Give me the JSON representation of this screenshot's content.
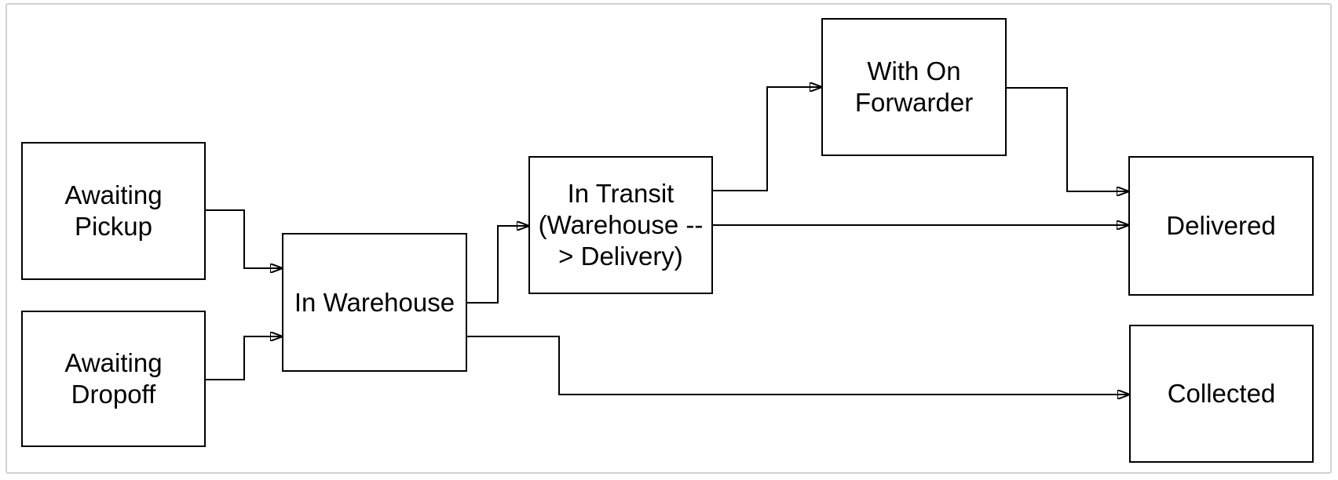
{
  "diagram": {
    "type": "flowchart",
    "background": "#ffffff",
    "colors": {
      "node_fill": "#ffffff",
      "node_border": "#000000",
      "edge": "#000000",
      "text": "#000000",
      "canvas_frame": "#d2d2d2"
    },
    "nodes": [
      {
        "id": "awaiting-pickup",
        "label": "Awaiting\nPickup"
      },
      {
        "id": "awaiting-dropoff",
        "label": "Awaiting\nDropoff"
      },
      {
        "id": "in-warehouse",
        "label": "In Warehouse"
      },
      {
        "id": "in-transit",
        "label": "In Transit\n(Warehouse --\n> Delivery)"
      },
      {
        "id": "with-on-forwarder",
        "label": "With On\nForwarder"
      },
      {
        "id": "delivered",
        "label": "Delivered"
      },
      {
        "id": "collected",
        "label": "Collected"
      }
    ],
    "edges": [
      {
        "from": "awaiting-pickup",
        "to": "in-warehouse"
      },
      {
        "from": "awaiting-dropoff",
        "to": "in-warehouse"
      },
      {
        "from": "in-warehouse",
        "to": "in-transit"
      },
      {
        "from": "in-warehouse",
        "to": "collected"
      },
      {
        "from": "in-transit",
        "to": "with-on-forwarder"
      },
      {
        "from": "in-transit",
        "to": "delivered"
      },
      {
        "from": "with-on-forwarder",
        "to": "delivered"
      }
    ]
  }
}
